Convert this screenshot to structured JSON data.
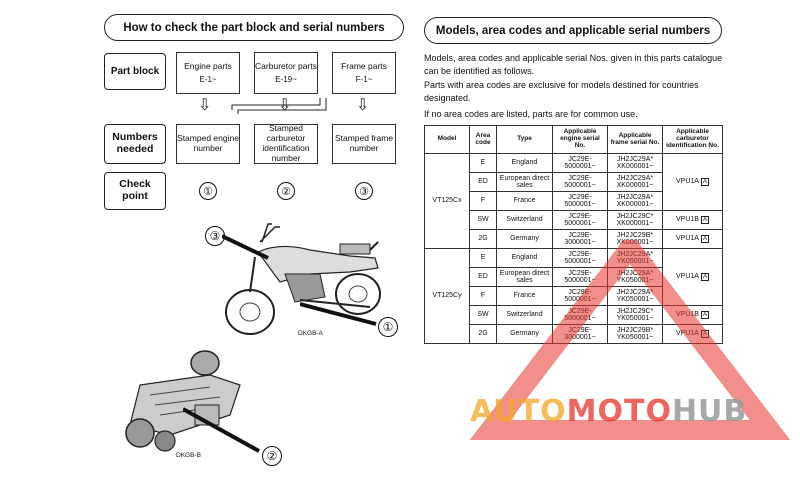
{
  "left": {
    "title": "How to check the part block and serial numbers",
    "rows": {
      "part_block": "Part block",
      "numbers_needed": "Numbers needed",
      "check_point": "Check point"
    },
    "columns": [
      {
        "part": "Engine parts",
        "code": "E-1~",
        "stamped": "Stamped engine number",
        "check": "①"
      },
      {
        "part": "Carburetor parts",
        "code": "E-19~",
        "stamped": "Stamped carburetor identification number",
        "check": "②"
      },
      {
        "part": "Frame parts",
        "code": "F-1~",
        "stamped": "Stamped frame number",
        "check": "③"
      }
    ],
    "figures": {
      "motorcycle_label": "DKGB-A",
      "carburetor_label": "DKGB-B",
      "callout_1": "①",
      "callout_2": "②",
      "callout_3": "③"
    }
  },
  "right": {
    "title": "Models, area codes and applicable serial numbers",
    "paragraphs": [
      "Models, area codes and applicable serial Nos. given in this parts catalogue can be identified as follows.",
      "Parts with area codes are exclusive for models destined for countries designated.",
      "If no area codes are listed, parts are for common use."
    ],
    "table": {
      "headers": [
        "Model",
        "Area code",
        "Type",
        "Applicable engine serial No.",
        "Applicable frame serial No.",
        "Applicable carburetor identification No."
      ],
      "groups": [
        {
          "model": "VT125Cx",
          "rows": [
            {
              "area": "E",
              "type": "England",
              "engine": "JC29E- 5000001~",
              "frame": "JH2JC29A* XK000001~"
            },
            {
              "area": "ED",
              "type": "European direct sales",
              "engine": "JC29E- 5000001~",
              "frame": "JH2JC29A* XK000001~"
            },
            {
              "area": "F",
              "type": "France",
              "engine": "JC29E- 5000001~",
              "frame": "JH2JC29A* XK000001~"
            },
            {
              "area": "SW",
              "type": "Switzerland",
              "engine": "JC29E- 5000001~",
              "frame": "JH2JC29C* XK000001~"
            },
            {
              "area": "2G",
              "type": "Germany",
              "engine": "JC29E- 3000001~",
              "frame": "JH2JC29B* XK000001~"
            }
          ],
          "carb": [
            "VPU1A",
            "VPU1B",
            "VPU1A"
          ],
          "carb_box": "A"
        },
        {
          "model": "VT125Cy",
          "rows": [
            {
              "area": "E",
              "type": "England",
              "engine": "JC29E- 5000001~",
              "frame": "JH2JC29A* YK050001~"
            },
            {
              "area": "ED",
              "type": "European direct sales",
              "engine": "JC29E- 5000001~",
              "frame": "JH2JC29A* YK050001~"
            },
            {
              "area": "F",
              "type": "France",
              "engine": "JC29E- 5000001~",
              "frame": "JH2JC29A* YK050001~"
            },
            {
              "area": "SW",
              "type": "Switzerland",
              "engine": "JC29E- 5000001~",
              "frame": "JH2JC29C* YK050001~"
            },
            {
              "area": "2G",
              "type": "Germany",
              "engine": "JC29E- 3000001~",
              "frame": "JH2JC29B* YK050001~"
            }
          ],
          "carb": [
            "VPU1A",
            "VPU1B",
            "VPU1A"
          ],
          "carb_box": "A"
        }
      ]
    }
  },
  "watermark": {
    "part1": "AUTO",
    "part2": "MOTO",
    "part3": "HUB",
    "color_orange": "#f5a623",
    "color_red": "#e8332a",
    "color_gray": "#9a9a9a"
  }
}
